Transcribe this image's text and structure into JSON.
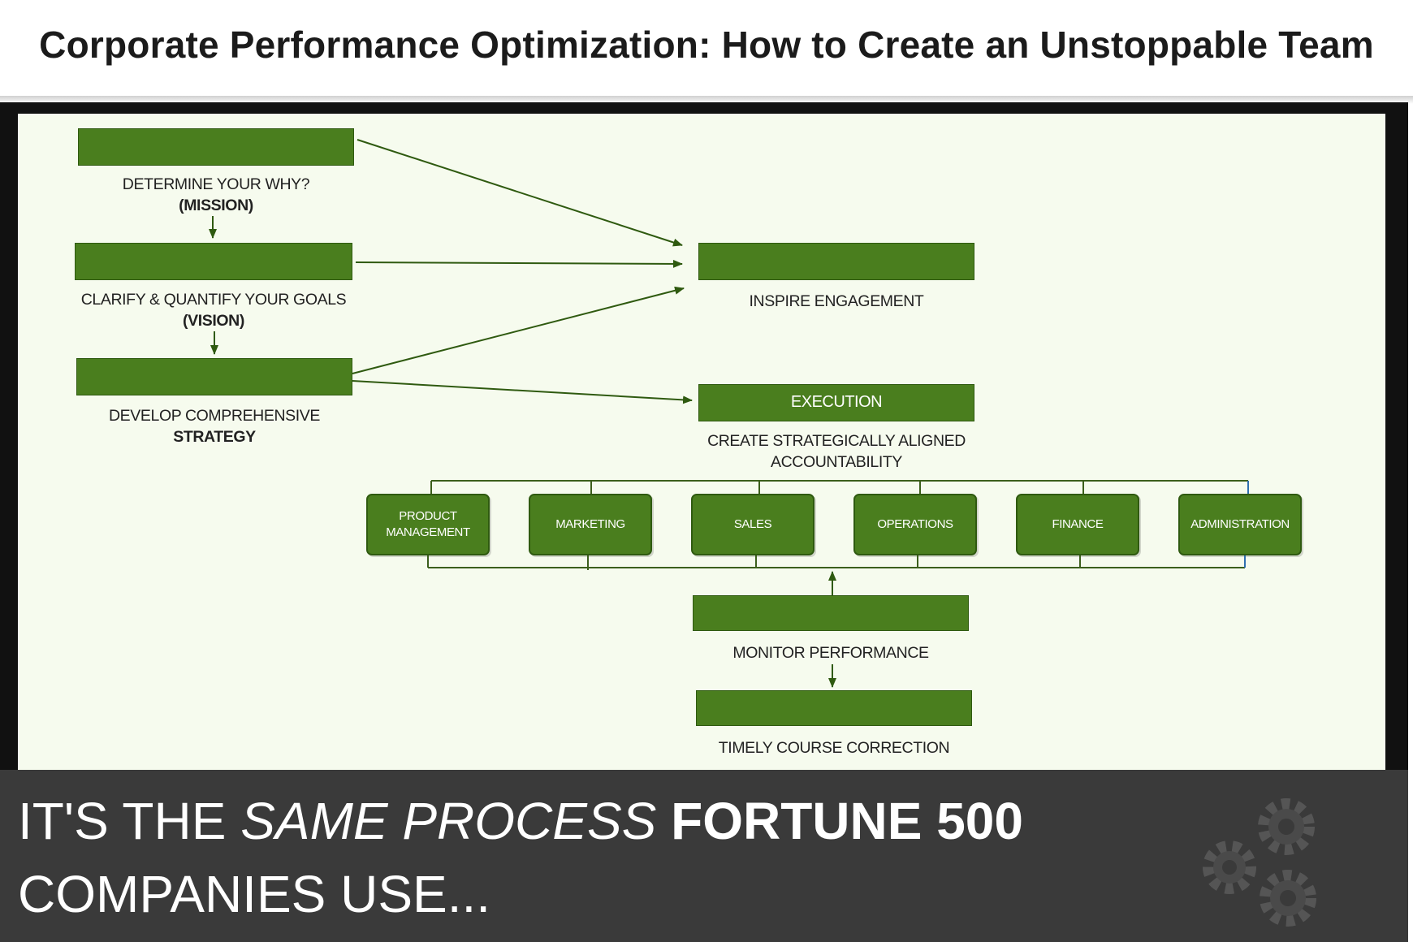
{
  "header": {
    "title": "Corporate Performance Optimization: How to Create an Unstoppable Team"
  },
  "diagram": {
    "mission": {
      "line1": "DETERMINE YOUR WHY?",
      "line2": "(MISSION)"
    },
    "vision": {
      "line1": "CLARIFY & QUANTIFY YOUR GOALS",
      "line2": "(VISION)"
    },
    "strategy": {
      "line1": "DEVELOP COMPREHENSIVE",
      "line2": "STRATEGY"
    },
    "engagement": {
      "caption": "INSPIRE ENGAGEMENT"
    },
    "execution": {
      "bar_label": "EXECUTION",
      "line1": "CREATE STRATEGICALLY ALIGNED",
      "line2": "ACCOUNTABILITY"
    },
    "departments": [
      {
        "label": "PRODUCT\nMANAGEMENT"
      },
      {
        "label": "MARKETING"
      },
      {
        "label": "SALES"
      },
      {
        "label": "OPERATIONS"
      },
      {
        "label": "FINANCE"
      },
      {
        "label": "ADMINISTRATION"
      }
    ],
    "monitor": {
      "caption": "MONITOR PERFORMANCE"
    },
    "correction": {
      "caption": "TIMELY COURSE CORRECTION"
    }
  },
  "banner": {
    "part1": "IT'S THE ",
    "part2": "SAME PROCESS",
    "part3": " FORTUNE 500",
    "part4": "COMPANIES USE..."
  },
  "colors": {
    "green": "#4a7e1e",
    "dark_green": "#2f5a10",
    "banner_bg": "#3a3a3a"
  }
}
